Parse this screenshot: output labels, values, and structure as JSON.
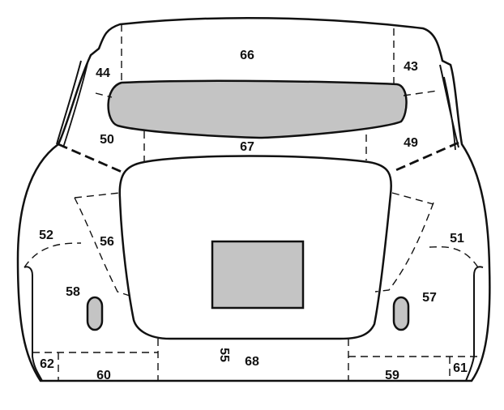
{
  "diagram": {
    "colors": {
      "background": "#ffffff",
      "outline": "#111111",
      "fill": "#c4c4c4"
    },
    "regions": {
      "r43": "43",
      "r44": "44",
      "r49": "49",
      "r50": "50",
      "r51": "51",
      "r52": "52",
      "r55": "55",
      "r56": "56",
      "r57": "57",
      "r58": "58",
      "r59": "59",
      "r60": "60",
      "r61": "61",
      "r62": "62",
      "r66": "66",
      "r67": "67",
      "r68": "68"
    }
  }
}
